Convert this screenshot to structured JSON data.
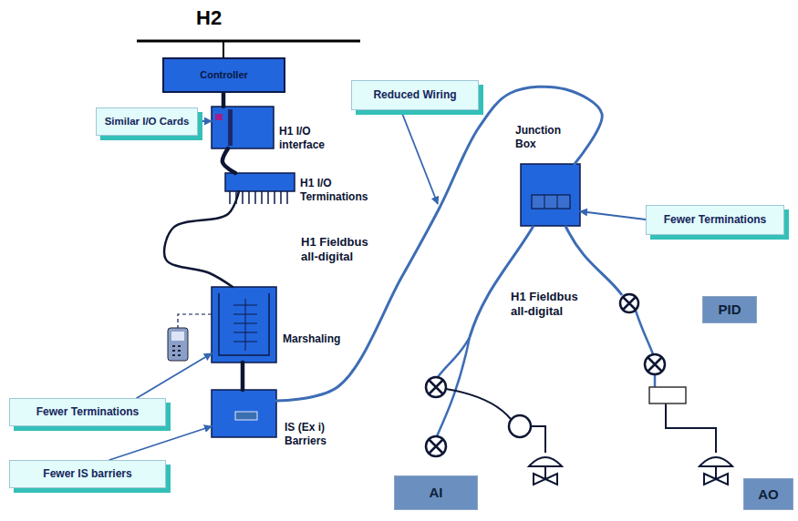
{
  "diagram": {
    "nodes": [
      {
        "text": [
          "Controller"
        ]
      },
      {
        "text": [
          "Similar I/O Cards"
        ]
      },
      {
        "text": [
          "H1 I/O interface"
        ]
      },
      {
        "text": [
          "H1 I/O Terminations"
        ]
      },
      {
        "text": [
          "Reduced Wiring"
        ]
      },
      {
        "text": [
          "Junction Box"
        ]
      },
      {
        "text": [
          "Fewer Terminations"
        ]
      },
      {
        "text": [
          "Marshaling"
        ]
      },
      {
        "text": [
          "Fewer Terminations"
        ]
      },
      {
        "text": [
          "IS (Ex i) Barriers"
        ]
      },
      {
        "text": [
          "Fewer IS barriers"
        ]
      },
      {
        "text": [
          "PID"
        ]
      },
      {
        "text": [
          "AI"
        ]
      },
      {
        "text": [
          "AO"
        ]
      }
    ],
    "edges": [
      {
        "from": 0,
        "to": 2,
        "arrow": "none"
      },
      {
        "from": 1,
        "to": 2,
        "arrow": "to"
      },
      {
        "from": 2,
        "to": 3,
        "arrow": "none"
      },
      {
        "from": 3,
        "to": 7,
        "arrow": "none"
      },
      {
        "from": 7,
        "to": 9,
        "arrow": "none"
      },
      {
        "from": 9,
        "to": 5,
        "arrow": "none"
      },
      {
        "from": 6,
        "to": 5,
        "arrow": "to"
      },
      {
        "from": 8,
        "to": 7,
        "arrow": "to"
      },
      {
        "from": 10,
        "to": 9,
        "arrow": "to"
      }
    ],
    "labels": [
      "H2",
      "H1 Fieldbus all-digital",
      "H1 Fieldbus all-digital"
    ]
  }
}
